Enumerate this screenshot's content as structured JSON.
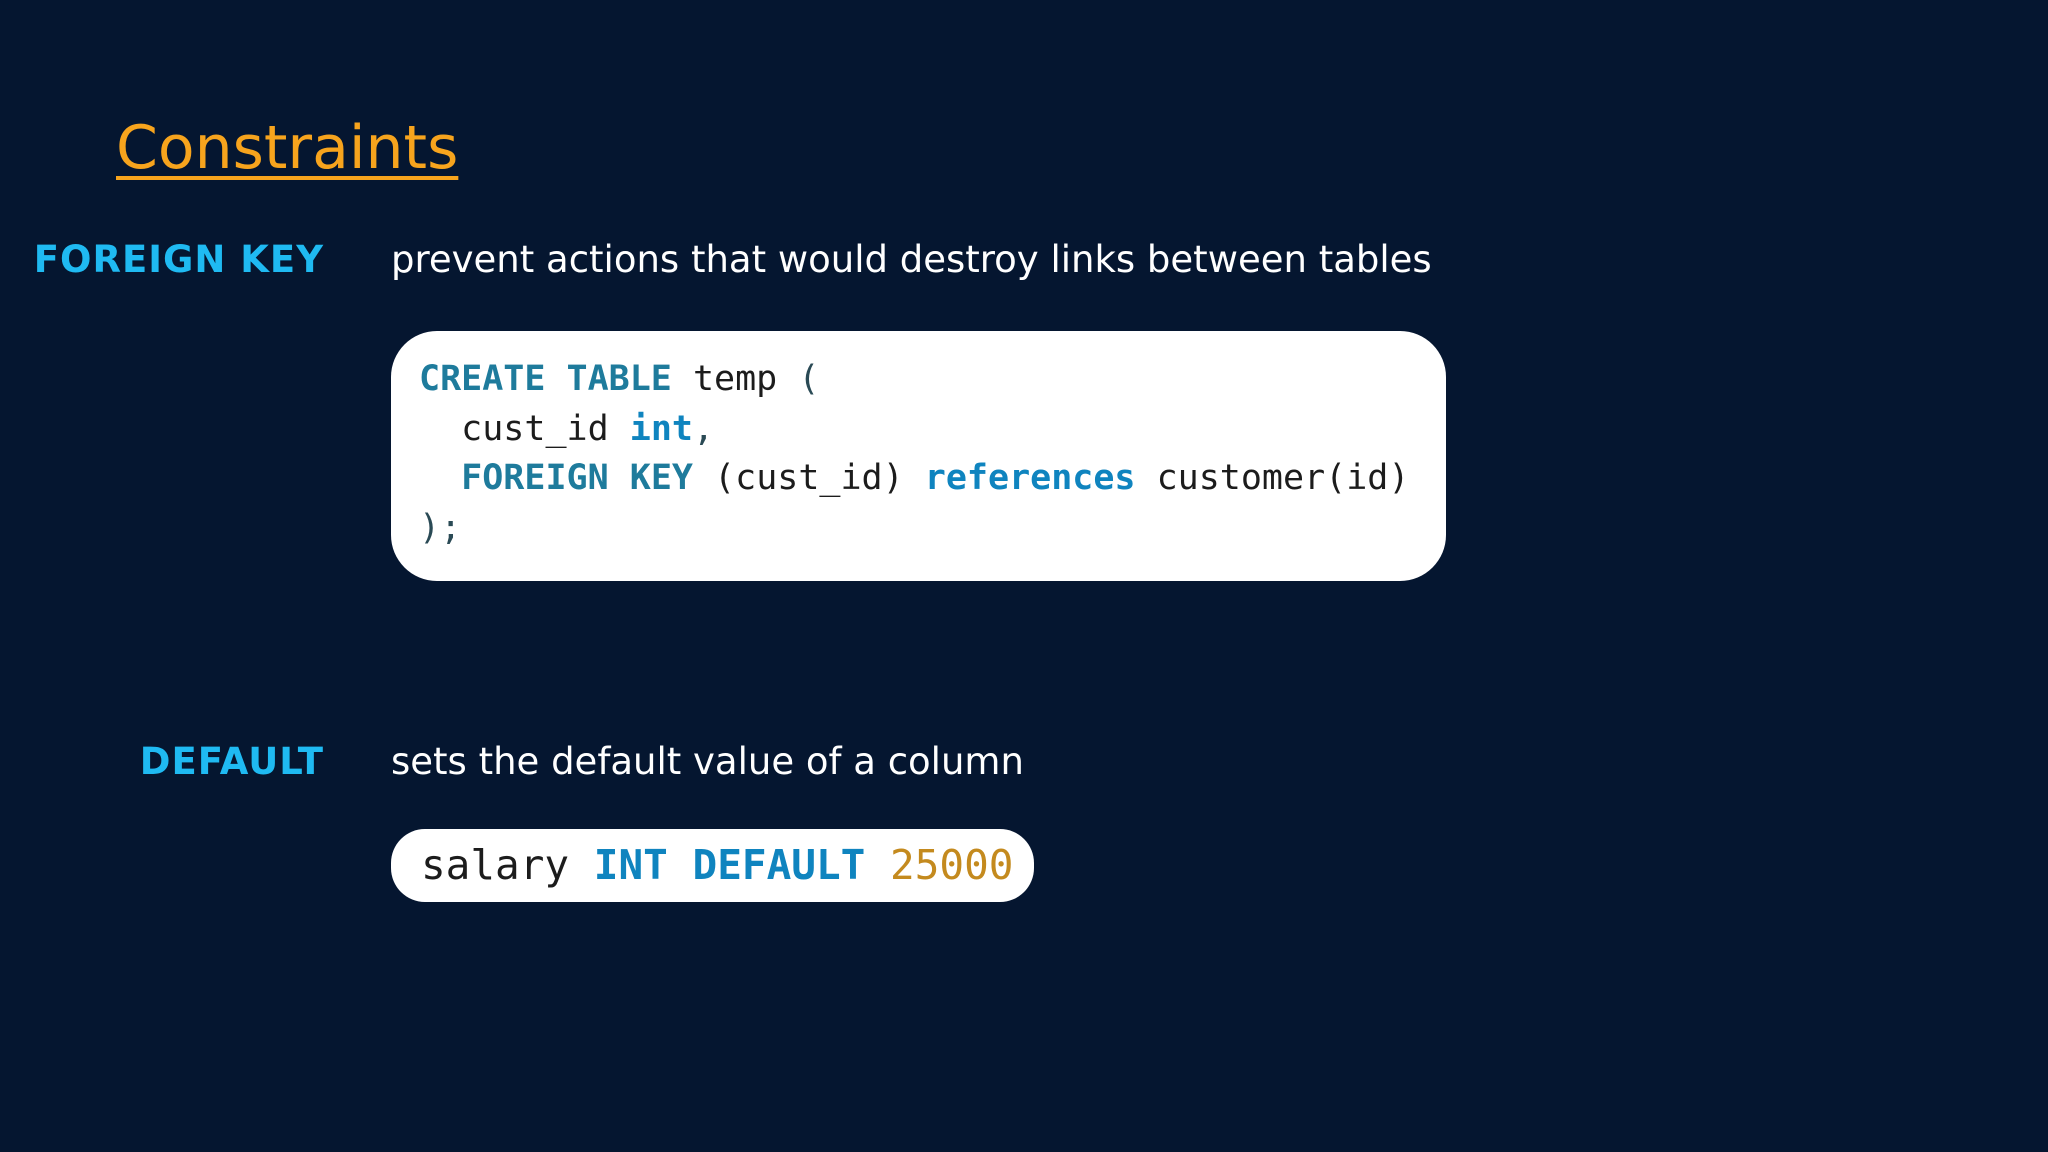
{
  "slide": {
    "title": "Constraints",
    "colors": {
      "background": "#051630",
      "title": "#f7a41d",
      "keyword": "#1fbaf2",
      "description": "#ffffff",
      "code_keyword": "#0f84bf",
      "code_number": "#c48a1e"
    }
  },
  "foreign_key": {
    "label": "FOREIGN KEY",
    "description": "prevent actions that would destroy links between tables",
    "code": {
      "line1": {
        "kw1": "CREATE",
        "kw2": "TABLE",
        "name": "temp",
        "paren": "("
      },
      "line2": {
        "indent": "  ",
        "col": "cust_id",
        "type": "int",
        "comma": ","
      },
      "line3": {
        "indent": "  ",
        "kw1": "FOREIGN",
        "kw2": "KEY",
        "cols": "(cust_id)",
        "ref": "references",
        "target": "customer(id)"
      },
      "line4": {
        "close": ");"
      }
    }
  },
  "default": {
    "label": "DEFAULT",
    "description": "sets the default value of a column",
    "code": {
      "col": "salary",
      "type": "INT",
      "kw": "DEFAULT",
      "value": "25000"
    }
  }
}
